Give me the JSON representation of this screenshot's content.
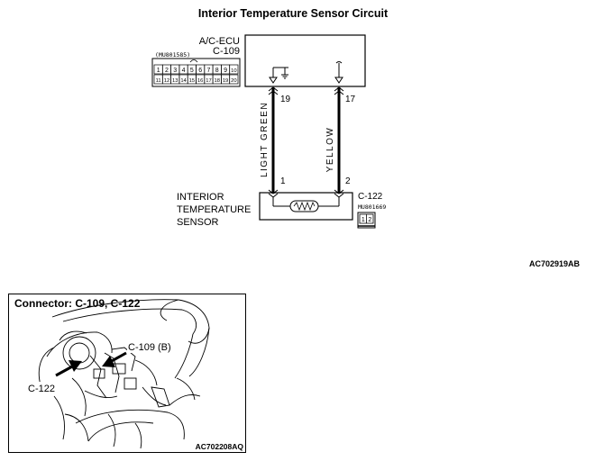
{
  "circuit": {
    "title": "Interior Temperature Sensor Circuit",
    "ecu": {
      "name": "A/C-ECU",
      "connector": "C-109"
    },
    "ecu_connector": {
      "part_number": "(MU801585)",
      "row1": [
        "1",
        "2",
        "3",
        "4",
        "5",
        "6",
        "7",
        "8",
        "9",
        "10"
      ],
      "row2": [
        "11",
        "12",
        "13",
        "14",
        "15",
        "16",
        "17",
        "18",
        "19",
        "20"
      ]
    },
    "pins": {
      "ecu_left": "19",
      "ecu_right": "17",
      "sensor_left": "1",
      "sensor_right": "2"
    },
    "wires": {
      "left_color": "LIGHT GREEN",
      "right_color": "YELLOW"
    },
    "sensor": {
      "line1": "INTERIOR",
      "line2": "TEMPERATURE",
      "line3": "SENSOR",
      "connector": "C-122",
      "part_number": "MU801669"
    },
    "sensor_connector_pins": [
      "1",
      "2"
    ],
    "figure_code": "AC702919AB"
  },
  "location": {
    "title": "Connector: C-109, C-122",
    "label_c109": "C-109 (B)",
    "label_c122": "C-122",
    "figure_code": "AC702208AQ"
  }
}
